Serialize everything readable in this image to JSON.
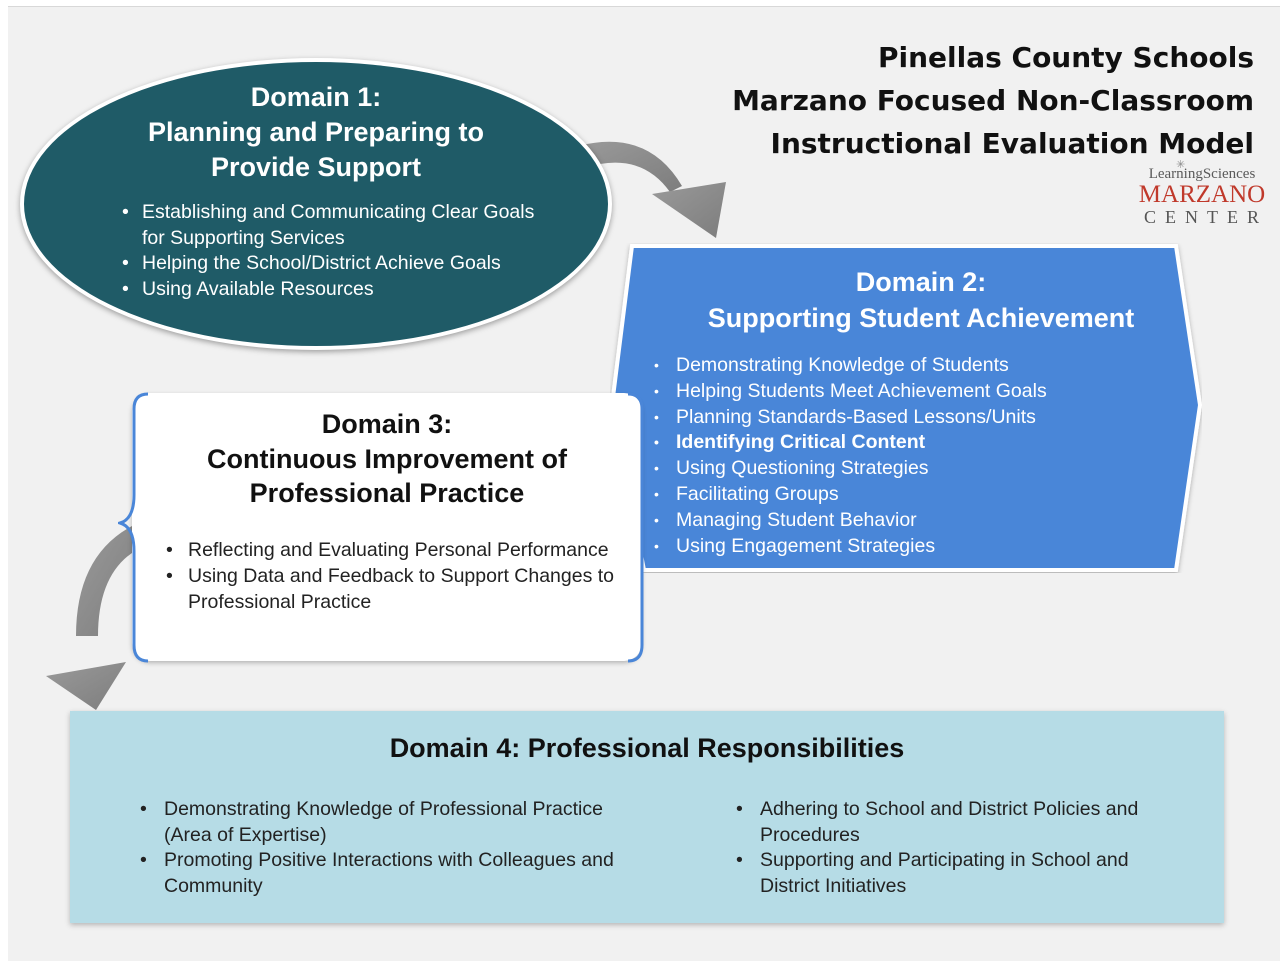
{
  "title": {
    "lines": [
      "Pinellas County Schools",
      "Marzano Focused Non-Classroom",
      "Instructional Evaluation Model"
    ]
  },
  "logo": {
    "top": "LearningSciences",
    "middle": "MARZANO",
    "bottom": "CENTER"
  },
  "domain1": {
    "heading": [
      "Domain 1:",
      "Planning and Preparing to",
      "Provide Support"
    ],
    "items": [
      "Establishing and Communicating Clear Goals for Supporting Services",
      "Helping the School/District Achieve Goals",
      "Using Available Resources"
    ]
  },
  "domain2": {
    "heading": [
      "Domain 2:",
      "Supporting Student Achievement"
    ],
    "items": [
      "Demonstrating Knowledge of Students",
      "Helping Students Meet Achievement Goals",
      "Planning Standards-Based Lessons/Units",
      "Identifying Critical Content",
      "Using Questioning Strategies",
      "Facilitating Groups",
      "Managing Student Behavior",
      "Using Engagement Strategies"
    ],
    "bold_item": "Identifying Critical Content"
  },
  "domain3": {
    "heading": [
      "Domain 3:",
      "Continuous Improvement of",
      "Professional Practice"
    ],
    "items": [
      "Reflecting and Evaluating Personal Performance",
      "Using Data and Feedback to Support Changes to Professional Practice"
    ]
  },
  "domain4": {
    "heading": "Domain 4: Professional Responsibilities",
    "left_items": [
      "Demonstrating Knowledge of Professional Practice (Area of Expertise)",
      "Promoting Positive Interactions with Colleagues and Community"
    ],
    "right_items": [
      "Adhering to School and District Policies and Procedures",
      "Supporting and Participating in School and District Initiatives"
    ]
  },
  "colors": {
    "domain1_fill": "#1f5b67",
    "domain2_fill": "#4a86d8",
    "domain4_fill": "#b6dce6",
    "arrow": "#8c8c8c",
    "logo_red": "#c0392b"
  }
}
